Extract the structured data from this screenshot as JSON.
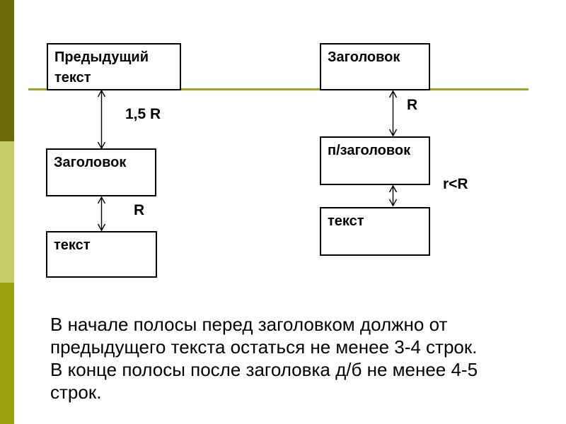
{
  "slide": {
    "background_color": "#ffffff",
    "accent_line_color": "#a2a41f",
    "sidebar_colors": {
      "top": "#6a6a08",
      "middle": "#c4cc68",
      "bottom": "#9aa00f"
    }
  },
  "diagram": {
    "left_column": {
      "box_prev_text": "Предыдущий текст",
      "box_heading": "Заголовок",
      "box_text": "текст",
      "gap1_label": "1,5 R",
      "gap2_label": "R"
    },
    "right_column": {
      "box_heading": "Заголовок",
      "box_subheading": "п/заголовок",
      "box_text": "текст",
      "gap1_label": "R",
      "gap2_label": "r<R"
    }
  },
  "note": {
    "line1": "В начале полосы перед заголовком должно от",
    "line2": "предыдущего текста остаться не менее 3-4 строк.",
    "line3": "В конце полосы после заголовка д/б не менее 4-5",
    "line4": "строк."
  }
}
